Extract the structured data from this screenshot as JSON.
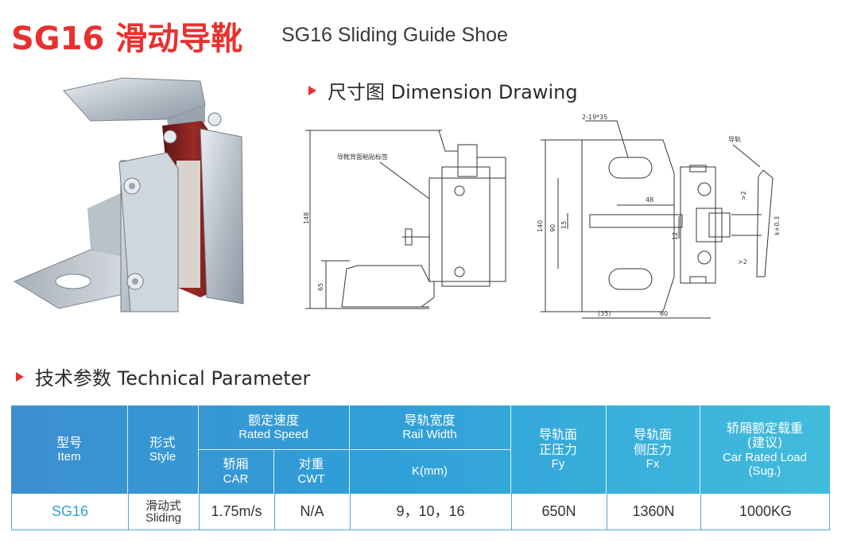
{
  "header": {
    "title": "SG16 滑动导靴",
    "subtitle": "SG16 Sliding Guide Shoe"
  },
  "sections": {
    "dimension": "尺寸图 Dimension Drawing",
    "technical": "技术参数 Technical Parameter"
  },
  "drawing": {
    "label_backing": "导靴背面粘贴标签",
    "dim_148": "148",
    "dim_65": "65",
    "dim_holes": "2-19*35",
    "label_rail": "导轨",
    "dim_140": "140",
    "dim_90": "90",
    "dim_15": "15",
    "dim_48": "48",
    "dim_12": "12",
    "dim_gt2_top": ">2",
    "dim_gt2_bottom": ">2",
    "dim_k": "k+0.3",
    "dim_35": "(35)",
    "dim_60": "60"
  },
  "table": {
    "headers": {
      "item_zh": "型号",
      "item_en": "Item",
      "style_zh": "形式",
      "style_en": "Style",
      "speed_zh": "额定速度",
      "speed_en": "Rated Speed",
      "car_zh": "轿厢",
      "car_en": "CAR",
      "cwt_zh": "对重",
      "cwt_en": "CWT",
      "rail_zh": "导轨宽度",
      "rail_en": "Rail Width",
      "kmm": "K(mm)",
      "fy_zh1": "导轨面",
      "fy_zh2": "正压力",
      "fy_en": "Fy",
      "fx_zh1": "导轨面",
      "fx_zh2": "侧压力",
      "fx_en": "Fx",
      "load_zh1": "轿厢额定载重",
      "load_zh2": "(建议)",
      "load_en1": "Car Rated Load",
      "load_en2": "(Sug.)"
    },
    "row": {
      "item": "SG16",
      "style_zh": "滑动式",
      "style_en": "Sliding",
      "car": "1.75m/s",
      "cwt": "N/A",
      "rail": "9，10，16",
      "fy": "650N",
      "fx": "1360N",
      "load": "1000KG"
    }
  },
  "colors": {
    "accent": "#e8312e",
    "table_blue": "#2f9fd8"
  }
}
